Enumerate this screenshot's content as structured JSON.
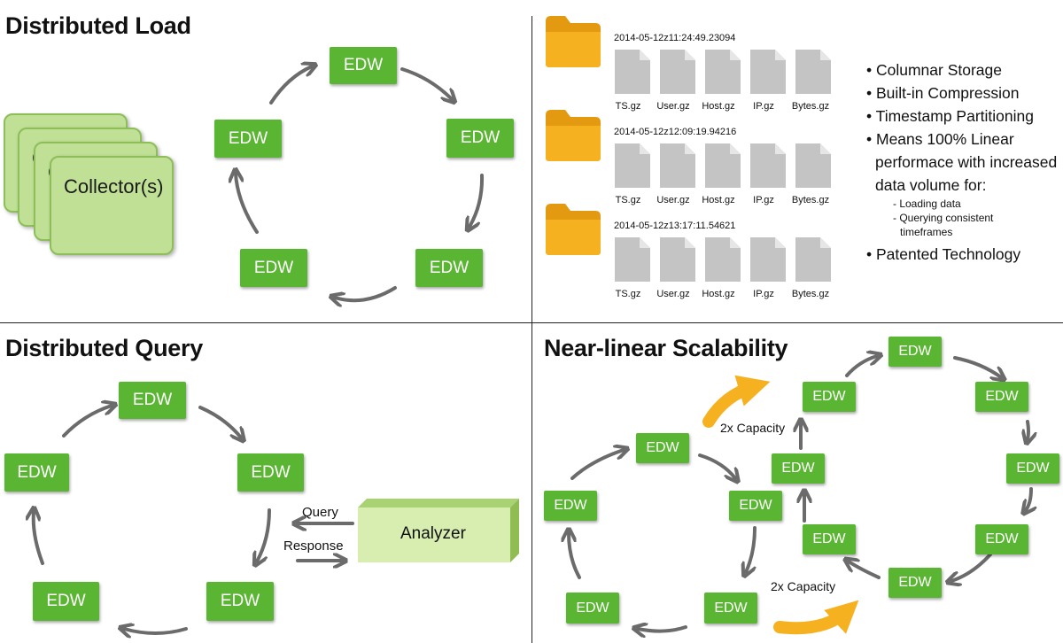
{
  "titles": {
    "load": "Distributed Load",
    "query": "Distributed Query",
    "scale": "Near-linear Scalability"
  },
  "node_label": "EDW",
  "collector_label": "Collector(s)",
  "partitions": [
    {
      "timestamp": "2014-05-12z11:24:49.23094"
    },
    {
      "timestamp": "2014-05-12z12:09:19.94216"
    },
    {
      "timestamp": "2014-05-12z13:17:11.54621"
    }
  ],
  "files": [
    "TS.gz",
    "User.gz",
    "Host.gz",
    "IP.gz",
    "Bytes.gz"
  ],
  "bullets": {
    "b1": "• Columnar Storage",
    "b2": "• Built-in Compression",
    "b3": "• Timestamp Partitioning",
    "b4a": "• Means 100% Linear",
    "b4b": "performace with increased",
    "b4c": "data volume for:",
    "s1": "- Loading data",
    "s2": "- Querying consistent",
    "s3": "timeframes",
    "b5": "• Patented Technology"
  },
  "query_label": "Query",
  "response_label": "Response",
  "analyzer_label": "Analyzer",
  "capacity_label": "2x Capacity",
  "colors": {
    "node": "#5ab532",
    "collector": "#bfe095",
    "folder": "#f6b120",
    "file": "#c4c4c4",
    "arrow": "#6b6b6b",
    "capacity_arrow": "#f6b120"
  }
}
